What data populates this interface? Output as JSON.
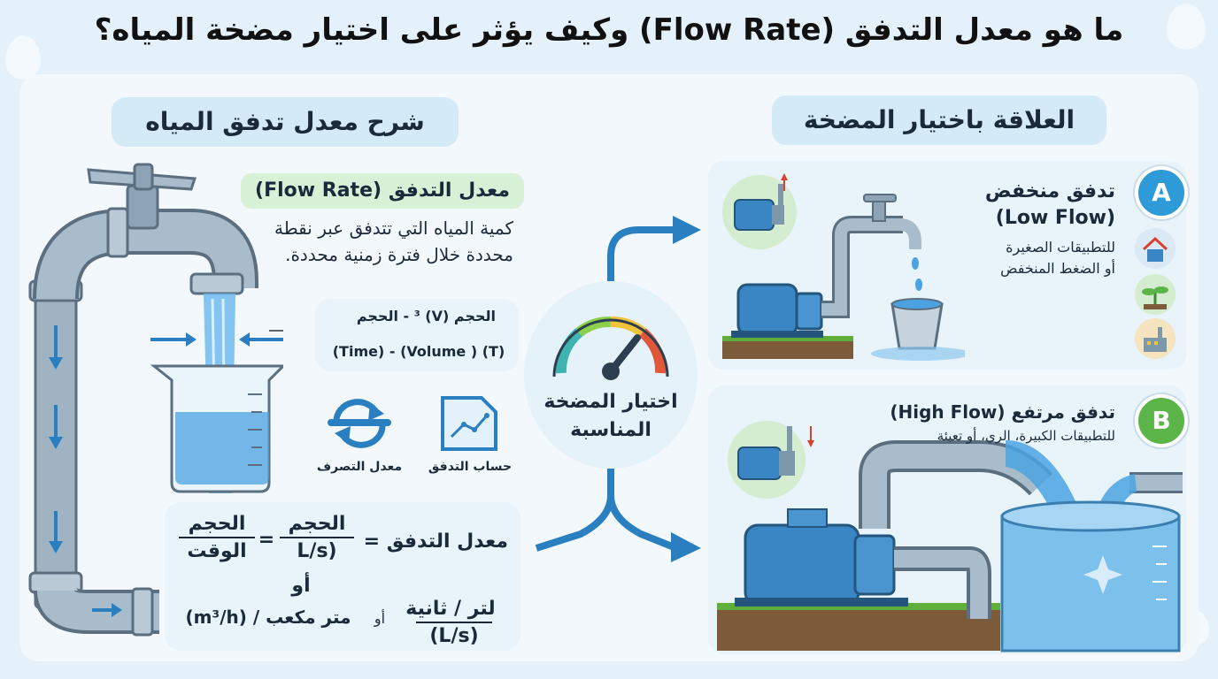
{
  "title": "ما هو معدل التدفق (Flow Rate) وكيف يؤثر على اختيار مضخة المياه؟",
  "left": {
    "header": "شرح معدل تدفق المياه",
    "definition_label": "معدل التدفق (Flow Rate)",
    "definition_line1": "كمية المياه التي تتدفق عبر نقطة",
    "definition_line2": "محددة خلال فترة زمنية محددة.",
    "volume_time_line1": "الحجم (V) ³ - الحجم",
    "volume_time_line2": "(Time) - (Volume ) (T)",
    "icon_flow_calc_label": "حساب التدفق",
    "icon_discharge_label": "معدل التصرف",
    "formula": {
      "lhs": "معدل التدفق =",
      "frac1_num": "الحجم",
      "frac1_den": "L/s)",
      "equals": "=",
      "frac2_num": "الحجم",
      "frac2_den": "الوقت",
      "or_label": "أو",
      "frac3_num": "لتر / ثانية",
      "frac3_den": "(L/s)",
      "or_small": "أو",
      "unit2": "متر مكعب / (m³/h)"
    }
  },
  "middle": {
    "gauge_label_line1": "اختيار المضخة",
    "gauge_label_line2": "المناسبة"
  },
  "right": {
    "header": "العلاقة باختيار المضخة",
    "low": {
      "badge": "A",
      "title": "تدفق منخفض",
      "title_en": "(Low Flow)",
      "desc1": "للتطبيقات الصغيرة",
      "desc2": "أو الضغط المنخفض"
    },
    "high": {
      "badge": "B",
      "title": "تدفق مرتفع (High Flow)",
      "desc": "للتطبيقات الكبيرة، الري، أو تعبئة"
    }
  },
  "colors": {
    "accent_blue": "#2a7fc1",
    "water_blue": "#4aa3e0",
    "badge_a": "#2f9ad8",
    "badge_b": "#5cb548",
    "definition_bg": "#d8f0d6"
  }
}
